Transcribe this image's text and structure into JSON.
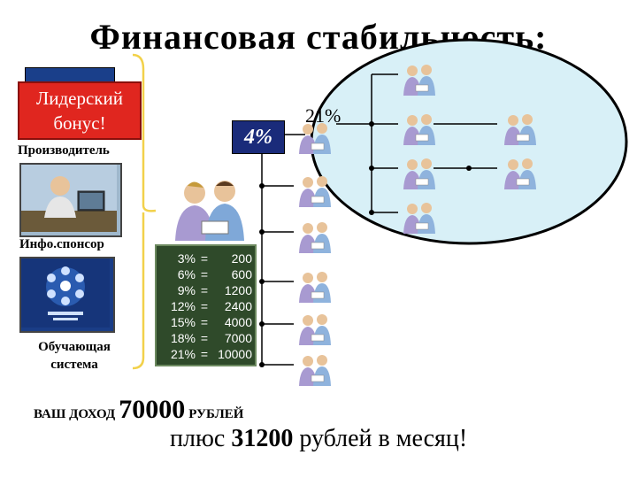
{
  "title": "Финансовая стабильность:",
  "bonus": {
    "line1": "Лидерский",
    "line2": "бонус!"
  },
  "labels": {
    "producer": "Производитель",
    "info_sponsor": "Инфо.спонсор",
    "training_line1": "Обучающая",
    "training_line2": "система"
  },
  "percent_badge": "4%",
  "percent_group": "21%",
  "table": [
    {
      "pct": "3%",
      "eq": "=",
      "val": "200"
    },
    {
      "pct": "6%",
      "eq": "=",
      "val": "600"
    },
    {
      "pct": "9%",
      "eq": "=",
      "val": "1200"
    },
    {
      "pct": "12%",
      "eq": "=",
      "val": "2400"
    },
    {
      "pct": "15%",
      "eq": "=",
      "val": "4000"
    },
    {
      "pct": "18%",
      "eq": "=",
      "val": "7000"
    },
    {
      "pct": "21%",
      "eq": "=",
      "val": "10000"
    }
  ],
  "income": {
    "prefix": "ВАШ ДОХОД",
    "amount": "70000",
    "suffix": "РУБЛЕЙ"
  },
  "monthly": {
    "prefix": "плюс",
    "amount": "31200",
    "suffix": "рублей в месяц!"
  },
  "colors": {
    "bonus_red": "#e0261f",
    "badge_navy": "#1a2b7a",
    "oval_fill": "#d8f0f7",
    "bracket_yellow": "#f2d14a",
    "table_green": "#2f4a2a"
  }
}
